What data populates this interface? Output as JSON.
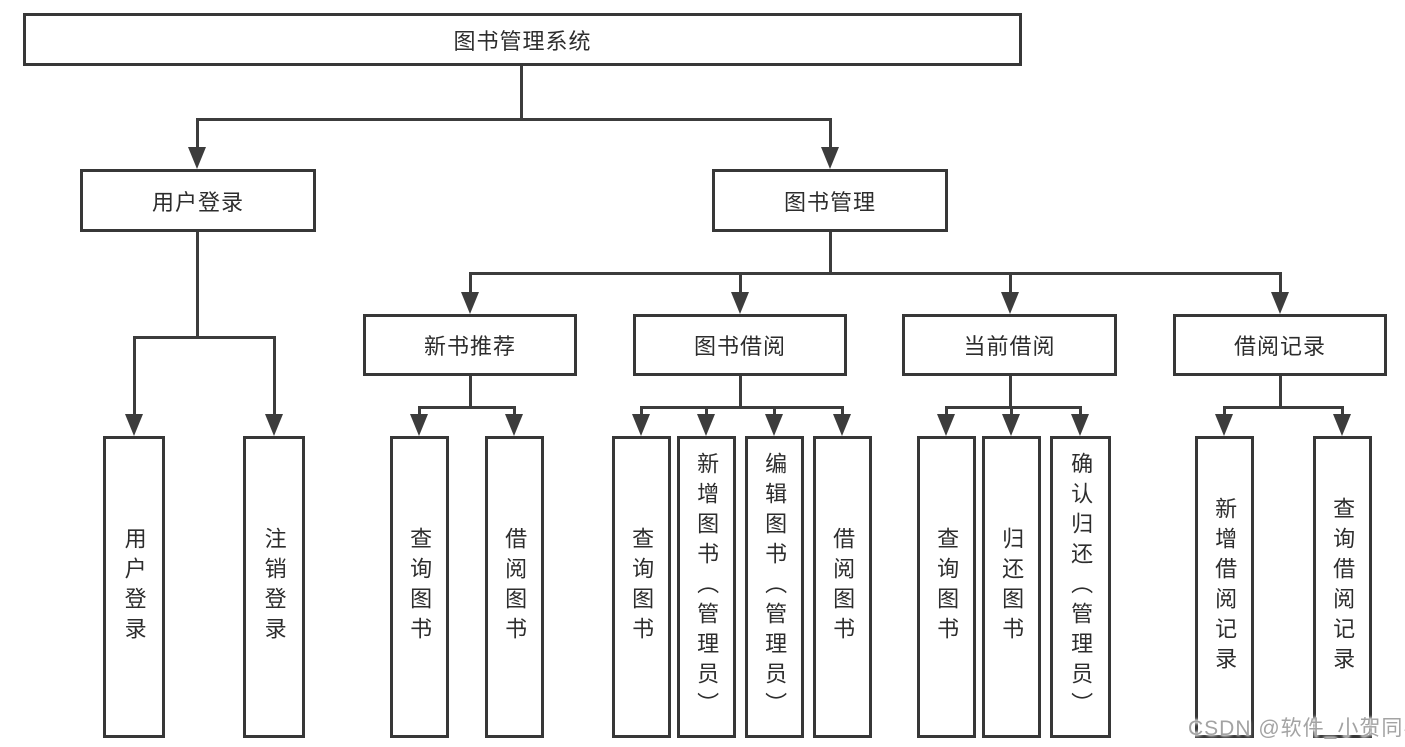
{
  "diagram_title": "图书管理系统",
  "tree": {
    "label": "图书管理系统",
    "children": [
      {
        "label": "用户登录",
        "children": [
          {
            "label": "用户登录"
          },
          {
            "label": "注销登录"
          }
        ]
      },
      {
        "label": "图书管理",
        "children": [
          {
            "label": "新书推荐",
            "children": [
              {
                "label": "查询图书"
              },
              {
                "label": "借阅图书"
              }
            ]
          },
          {
            "label": "图书借阅",
            "children": [
              {
                "label": "查询图书"
              },
              {
                "label": "新增图书（管理员）"
              },
              {
                "label": "编辑图书（管理员）"
              },
              {
                "label": "借阅图书"
              }
            ]
          },
          {
            "label": "当前借阅",
            "children": [
              {
                "label": "查询图书"
              },
              {
                "label": "归还图书"
              },
              {
                "label": "确认归还（管理员）"
              }
            ]
          },
          {
            "label": "借阅记录",
            "children": [
              {
                "label": "新增借阅记录"
              },
              {
                "label": "查询借阅记录"
              }
            ]
          }
        ]
      }
    ]
  },
  "watermark": {
    "text": "CSDN @软件_小贺同学"
  },
  "colors": {
    "line": "#3c3c3c",
    "border": "#373737",
    "text": "#2d2d2d",
    "watermark": "#a3a3a3",
    "background": "#ffffff"
  }
}
